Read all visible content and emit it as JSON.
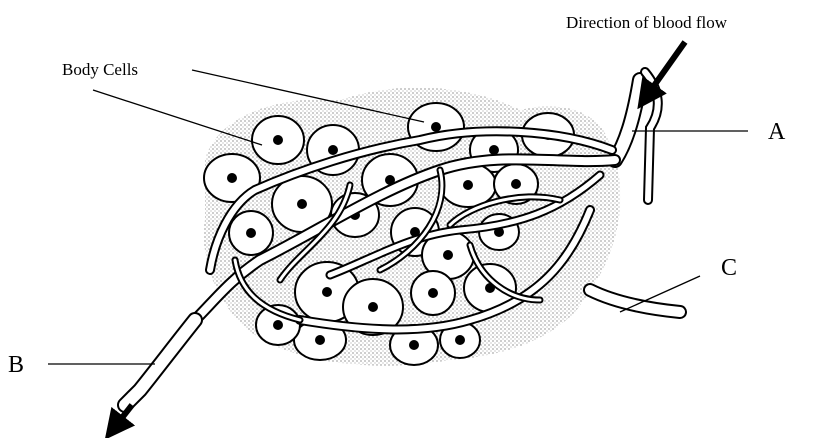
{
  "labels": {
    "direction": "Direction of blood flow",
    "body_cells": "Body Cells",
    "a": "A",
    "b": "B",
    "c": "C"
  },
  "colors": {
    "ink": "#000000",
    "paper": "#ffffff",
    "tissue": "#d9d9d9"
  }
}
